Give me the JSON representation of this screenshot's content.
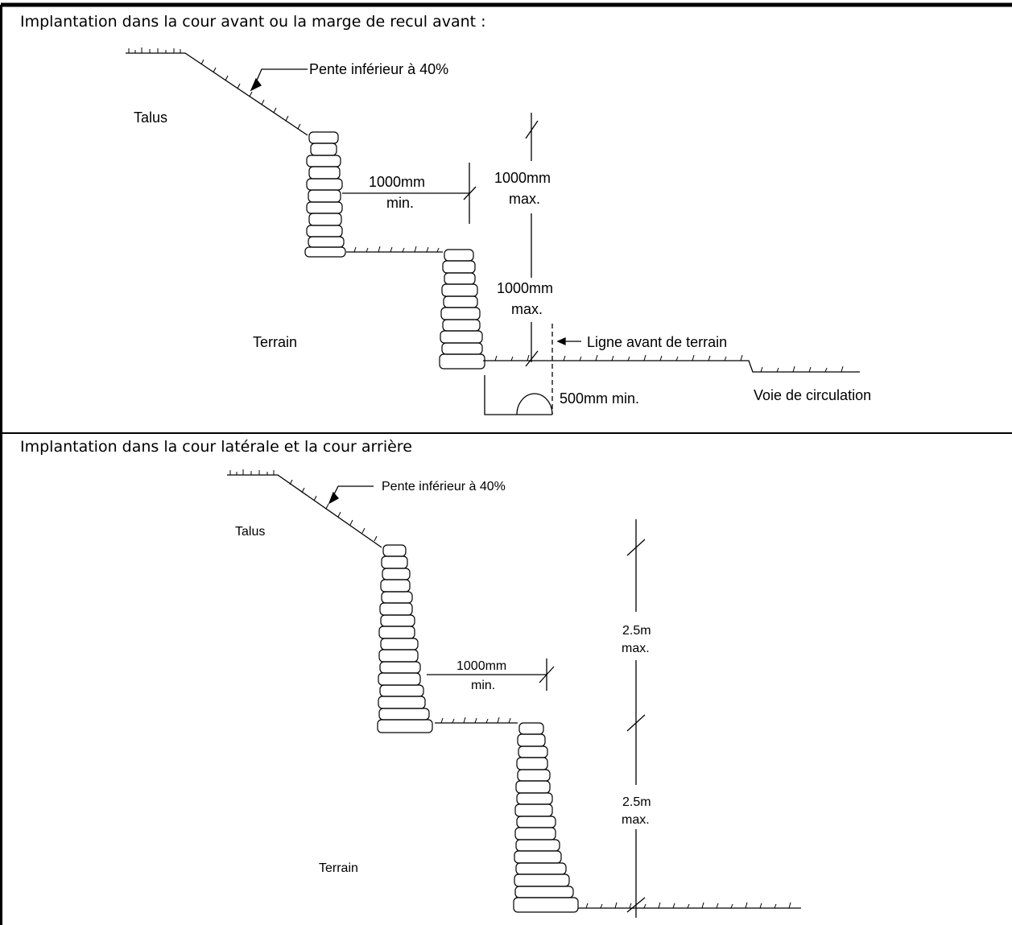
{
  "panels": [
    {
      "title": "Implantation dans la cour avant ou la marge de recul avant :",
      "labels": {
        "slope": "Pente inférieur à 40%",
        "talus": "Talus",
        "terrain": "Terrain",
        "setback_value": "1000mm",
        "setback_note": "min.",
        "height_top_value": "1000mm",
        "height_top_note": "max.",
        "height_bottom_value": "1000mm",
        "height_bottom_note": "max.",
        "front_line": "Ligne avant de terrain",
        "clearance": "500mm min.",
        "road": "Voie de circulation"
      }
    },
    {
      "title": "Implantation dans la cour latérale et la cour arrière",
      "labels": {
        "slope": "Pente inférieur à 40%",
        "talus": "Talus",
        "terrain": "Terrain",
        "setback_value": "1000mm",
        "setback_note": "min.",
        "height_top_value": "2.5m",
        "height_top_note": "max.",
        "height_bottom_value": "2.5m",
        "height_bottom_note": "max."
      }
    }
  ]
}
